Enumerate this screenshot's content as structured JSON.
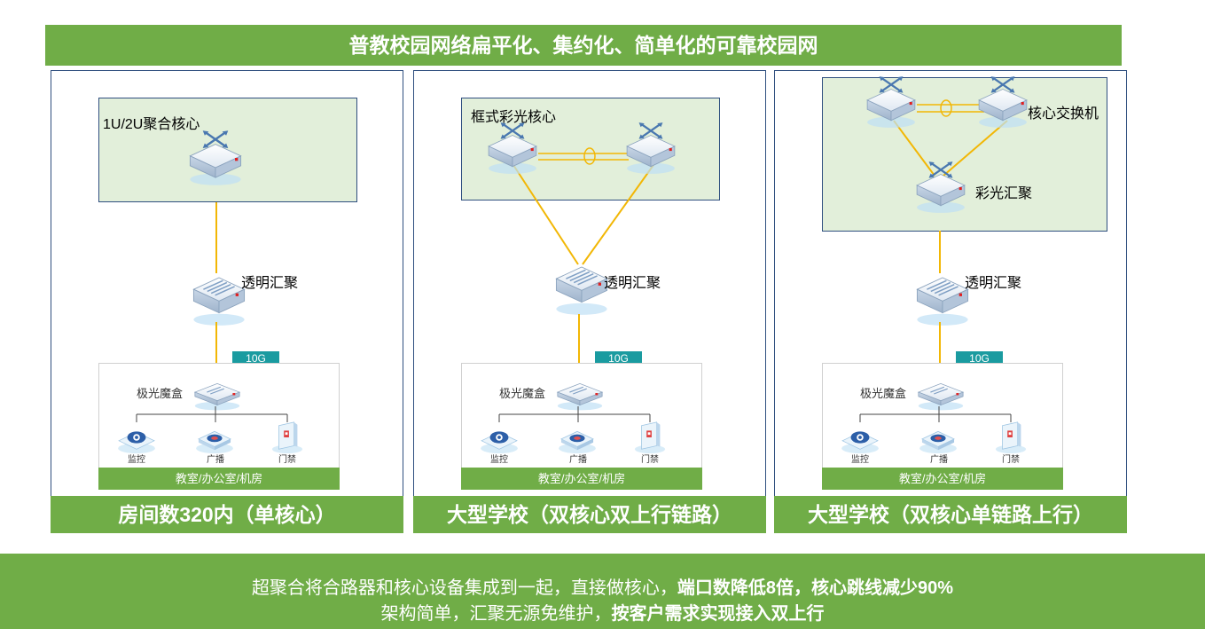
{
  "title": "普教校园网络扁平化、集约化、简单化的可靠校园网",
  "panels": [
    {
      "core_label": "1U/2U聚合核心",
      "agg_label": "透明汇聚",
      "link_tag": "10G",
      "box_label": "极光魔盒",
      "endpoints": [
        "监控",
        "广播",
        "门禁"
      ],
      "access_footer": "教室/办公室/机房",
      "footer": "房间数320内（单核心）"
    },
    {
      "core_label": "框式彩光核心",
      "agg_label": "透明汇聚",
      "link_tag": "10G",
      "box_label": "极光魔盒",
      "endpoints": [
        "监控",
        "广播",
        "门禁"
      ],
      "access_footer": "教室/办公室/机房",
      "footer": "大型学校（双核心双上行链路）"
    },
    {
      "core_label": "核心交换机",
      "mid_label": "彩光汇聚",
      "agg_label": "透明汇聚",
      "link_tag": "10G",
      "box_label": "极光魔盒",
      "endpoints": [
        "监控",
        "广播",
        "门禁"
      ],
      "access_footer": "教室/办公室/机房",
      "footer": "大型学校（双核心单链路上行）"
    }
  ],
  "bottom": {
    "line1_normal": "超聚合将合路器和核心设备集成到一起，直接做核心，",
    "line1_bold": "端口数降低8倍，核心跳线减少90%",
    "line2_normal": "架构简单，汇聚无源免维护，",
    "line2_bold": "按客户需求实现接入双上行"
  },
  "colors": {
    "green": "#70ad47",
    "link": "#f2b705",
    "teal": "#1a9ba0",
    "box": "#e2efda"
  }
}
